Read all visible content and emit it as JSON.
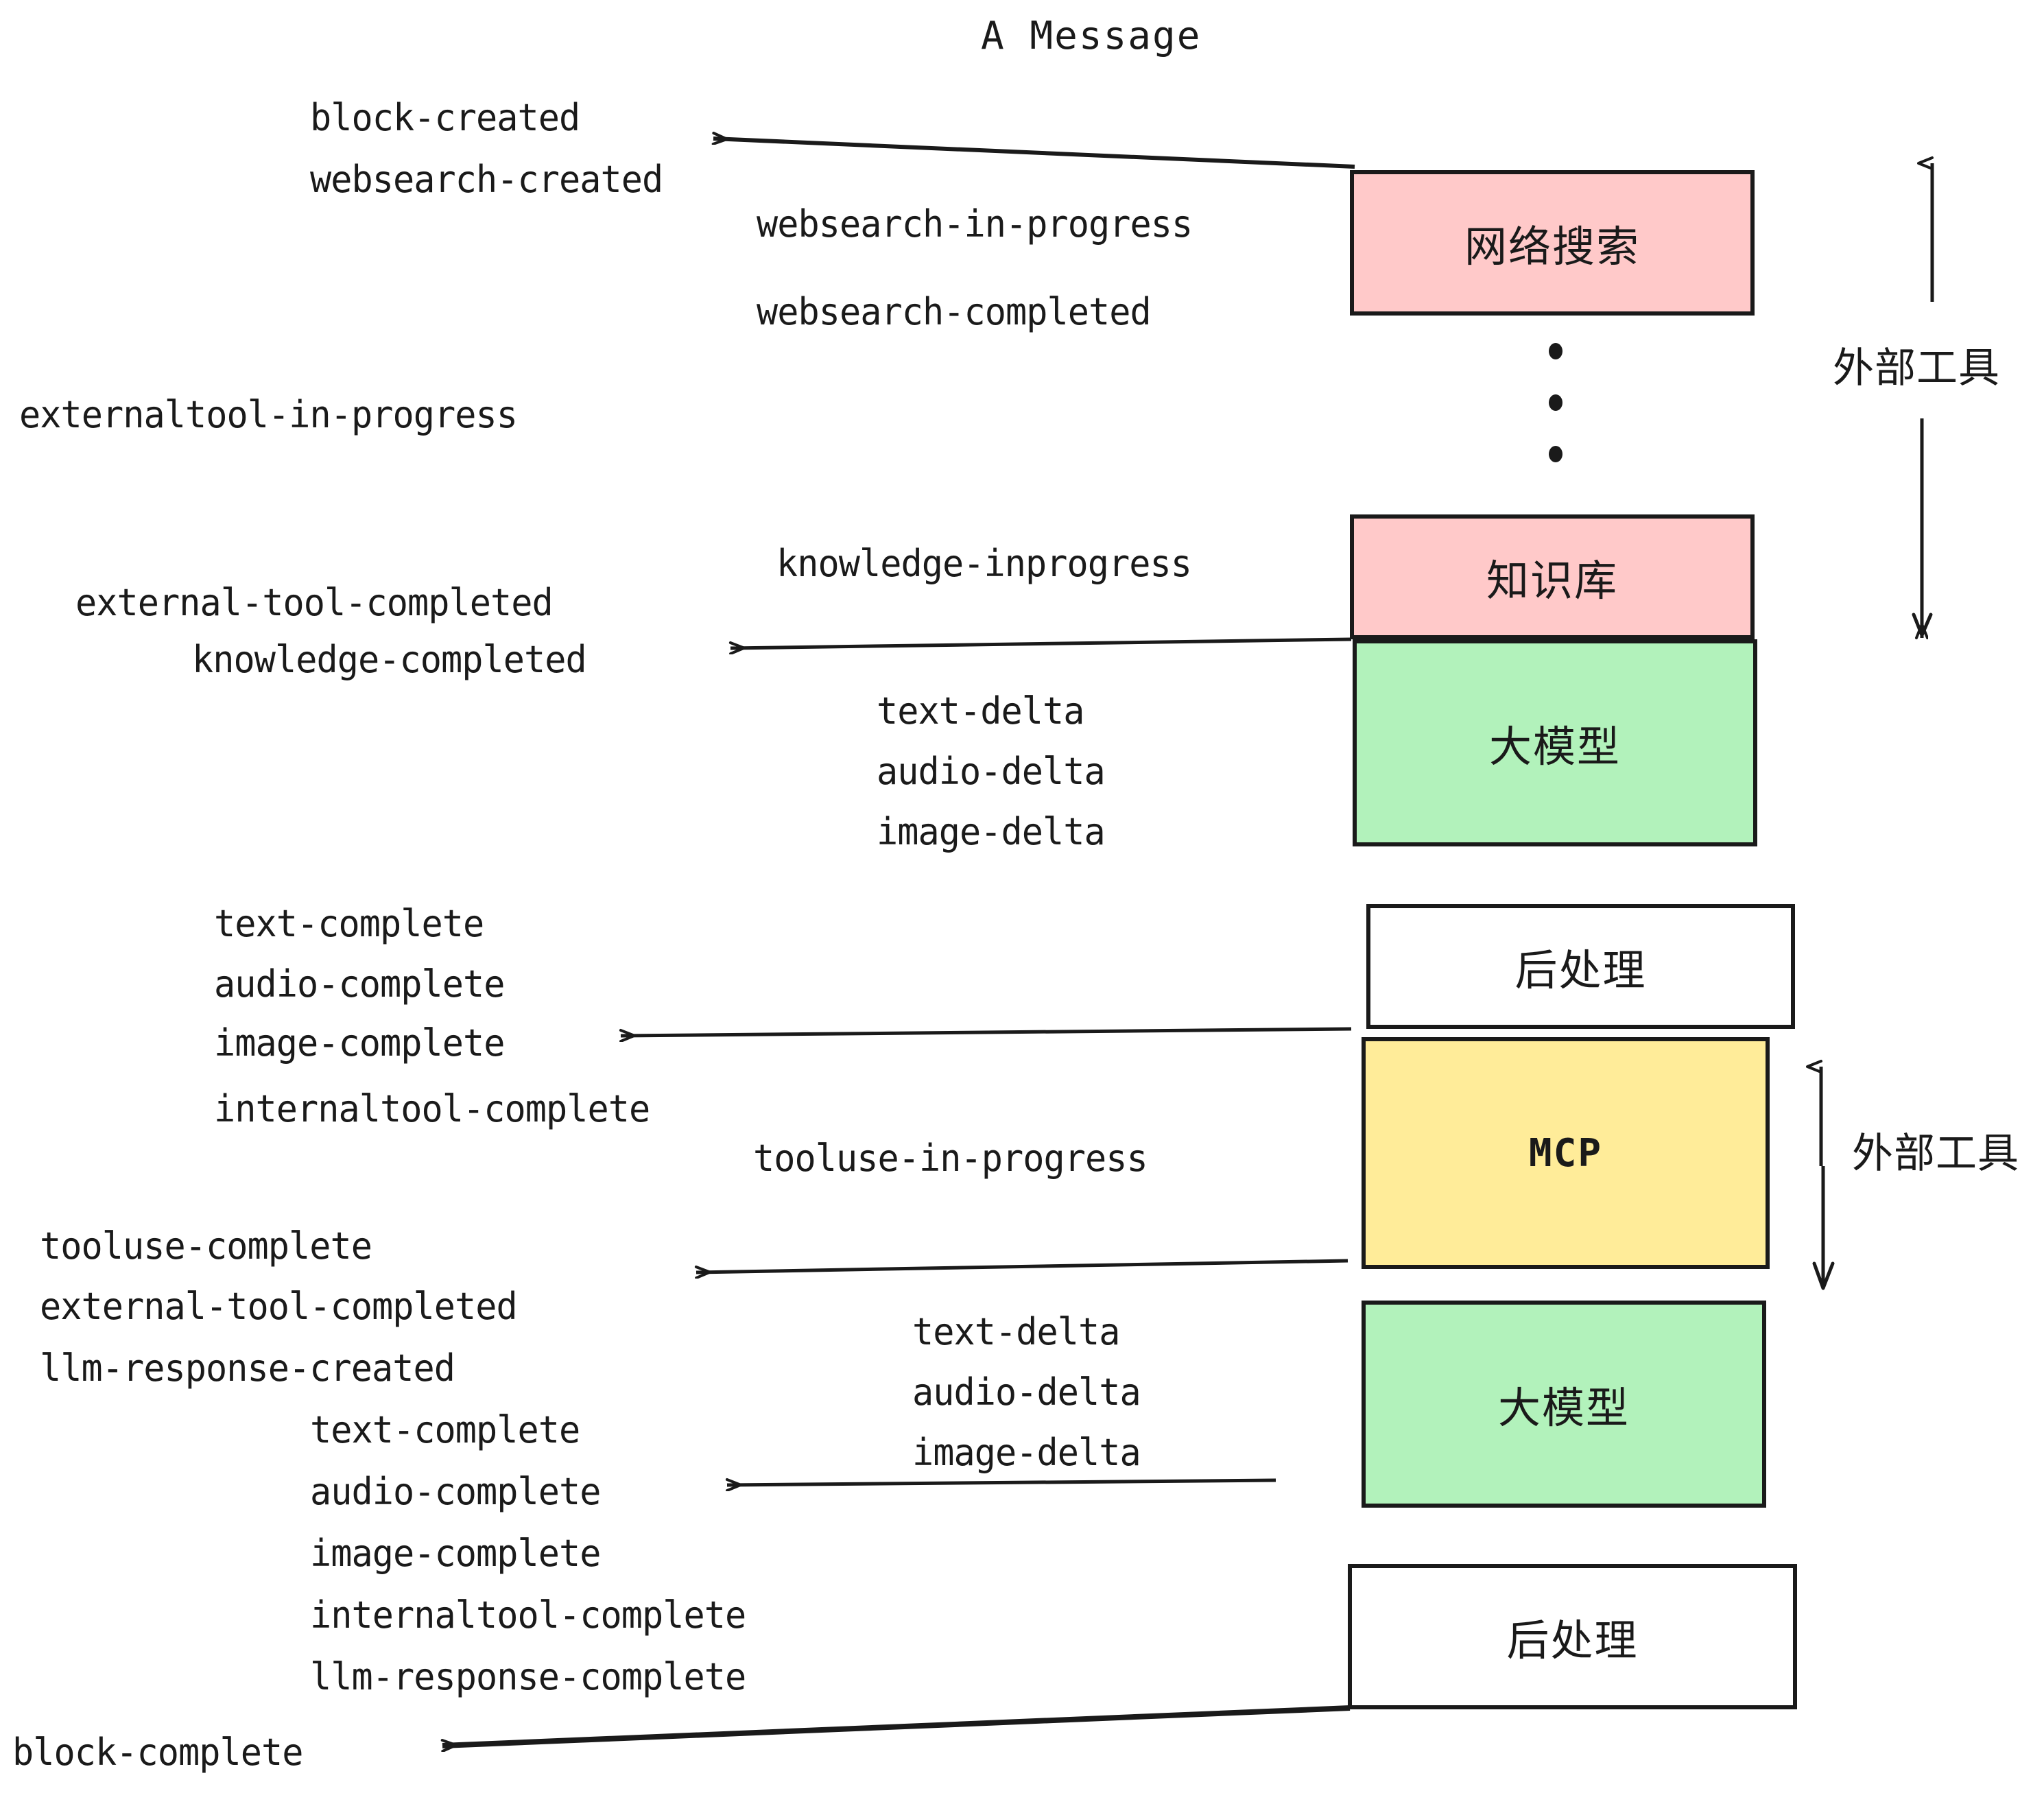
{
  "title": "A Message",
  "colors": {
    "pink": "#FFC9C9",
    "green": "#B2F2BB",
    "yellow": "#FFEC99",
    "white": "#FFFFFF",
    "stroke": "#1A1A1A",
    "background": "#FFFFFF"
  },
  "nodes": [
    {
      "id": "websearch",
      "label": "网络搜索",
      "fill": "#FFC9C9"
    },
    {
      "id": "knowledge",
      "label": "知识库",
      "fill": "#FFC9C9"
    },
    {
      "id": "llm-1",
      "label": "大模型",
      "fill": "#B2F2BB"
    },
    {
      "id": "postprocess-1",
      "label": "后处理",
      "fill": "#FFFFFF"
    },
    {
      "id": "mcp",
      "label": "MCP",
      "fill": "#FFEC99"
    },
    {
      "id": "llm-2",
      "label": "大模型",
      "fill": "#B2F2BB"
    },
    {
      "id": "postprocess-2",
      "label": "后处理",
      "fill": "#FFFFFF"
    }
  ],
  "group_labels": [
    {
      "id": "external-tools-top",
      "text": "外部工具"
    },
    {
      "id": "external-tools-bottom",
      "text": "外部工具"
    }
  ],
  "events": [
    {
      "id": "block-created",
      "text": "block-created"
    },
    {
      "id": "websearch-created",
      "text": "websearch-created"
    },
    {
      "id": "websearch-in-progress",
      "text": "websearch-in-progress"
    },
    {
      "id": "websearch-completed",
      "text": "websearch-completed"
    },
    {
      "id": "externaltool-in-progress",
      "text": "externaltool-in-progress"
    },
    {
      "id": "knowledge-inprogress",
      "text": "knowledge-inprogress"
    },
    {
      "id": "external-tool-completed-1",
      "text": "external-tool-completed"
    },
    {
      "id": "knowledge-completed",
      "text": "knowledge-completed"
    },
    {
      "id": "text-delta-1",
      "text": "text-delta"
    },
    {
      "id": "audio-delta-1",
      "text": "audio-delta"
    },
    {
      "id": "image-delta-1",
      "text": "image-delta"
    },
    {
      "id": "text-complete-1",
      "text": "text-complete"
    },
    {
      "id": "audio-complete-1",
      "text": "audio-complete"
    },
    {
      "id": "image-complete-1",
      "text": "image-complete"
    },
    {
      "id": "internaltool-complete-1",
      "text": "internaltool-complete"
    },
    {
      "id": "tooluse-in-progress",
      "text": "tooluse-in-progress"
    },
    {
      "id": "tooluse-complete",
      "text": "tooluse-complete"
    },
    {
      "id": "external-tool-completed-2",
      "text": "external-tool-completed"
    },
    {
      "id": "llm-response-created",
      "text": "llm-response-created"
    },
    {
      "id": "text-delta-2",
      "text": "text-delta"
    },
    {
      "id": "audio-delta-2",
      "text": "audio-delta"
    },
    {
      "id": "image-delta-2",
      "text": "image-delta"
    },
    {
      "id": "text-complete-2",
      "text": "text-complete"
    },
    {
      "id": "audio-complete-2",
      "text": "audio-complete"
    },
    {
      "id": "image-complete-2",
      "text": "image-complete"
    },
    {
      "id": "internaltool-complete-2",
      "text": "internaltool-complete"
    },
    {
      "id": "llm-response-complete",
      "text": "llm-response-complete"
    },
    {
      "id": "block-complete",
      "text": "block-complete"
    }
  ]
}
